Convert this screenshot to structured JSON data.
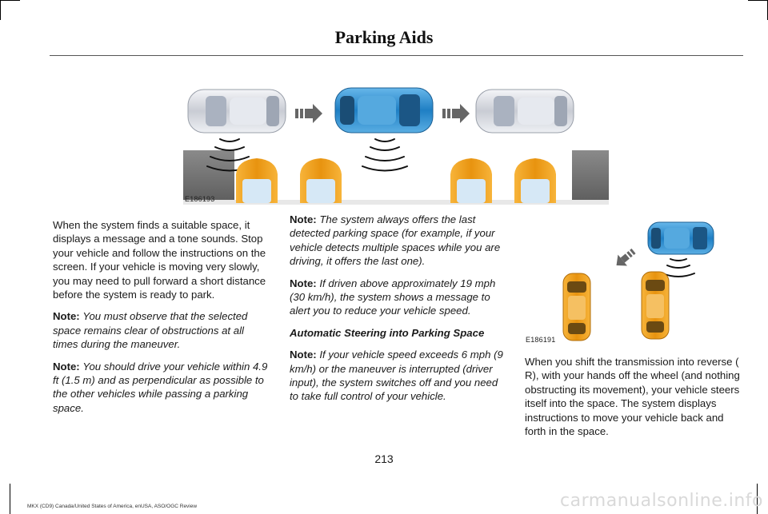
{
  "header": {
    "title": "Parking Aids"
  },
  "figures": {
    "top": {
      "code": "E186193"
    },
    "right": {
      "code": "E186191"
    }
  },
  "left_column": {
    "para1": "When the system finds a suitable space, it displays a message and a tone sounds. Stop your vehicle and follow the instructions on the screen. If your vehicle is moving very slowly, you may need to pull forward a short distance before the system is ready to park.",
    "note1_label": "Note:",
    "note1_text": "You must observe that the selected space remains clear of obstructions at all times during the maneuver.",
    "note2_label": "Note:",
    "note2_text": "You should drive your vehicle within 4.9 ft (1.5 m) and as perpendicular as possible to the other vehicles while passing a parking space."
  },
  "middle_column": {
    "note1_label": "Note:",
    "note1_text": "The system always offers the last detected parking space (for example, if your vehicle detects multiple spaces while you are driving, it offers the last one).",
    "note2_label": "Note:",
    "note2_text": "If driven above approximately 19 mph (30 km/h), the system shows a message to alert you to reduce your vehicle speed.",
    "subheading": "Automatic Steering into Parking Space",
    "note3_label": "Note:",
    "note3_text": "If your vehicle speed exceeds 6 mph (9 km/h) or the maneuver is interrupted (driver input), the system switches off and you need to take full control of your vehicle."
  },
  "right_column": {
    "para1": "When you shift the transmission into reverse ( R), with your hands off the wheel (and nothing obstructing its movement), your vehicle steers itself into the space. The system displays instructions to move your vehicle back and forth in the space."
  },
  "page_number": "213",
  "footer": "MKX (CD9) Canada/United States of America, enUSA, ASO/OGC Review",
  "watermark": "carmanualsonline.info",
  "colors": {
    "blue_car": "#2e8fcf",
    "orange_car": "#f2a21d",
    "silver_car": "#d8dbe2",
    "pavement": "#6f6f6f"
  }
}
